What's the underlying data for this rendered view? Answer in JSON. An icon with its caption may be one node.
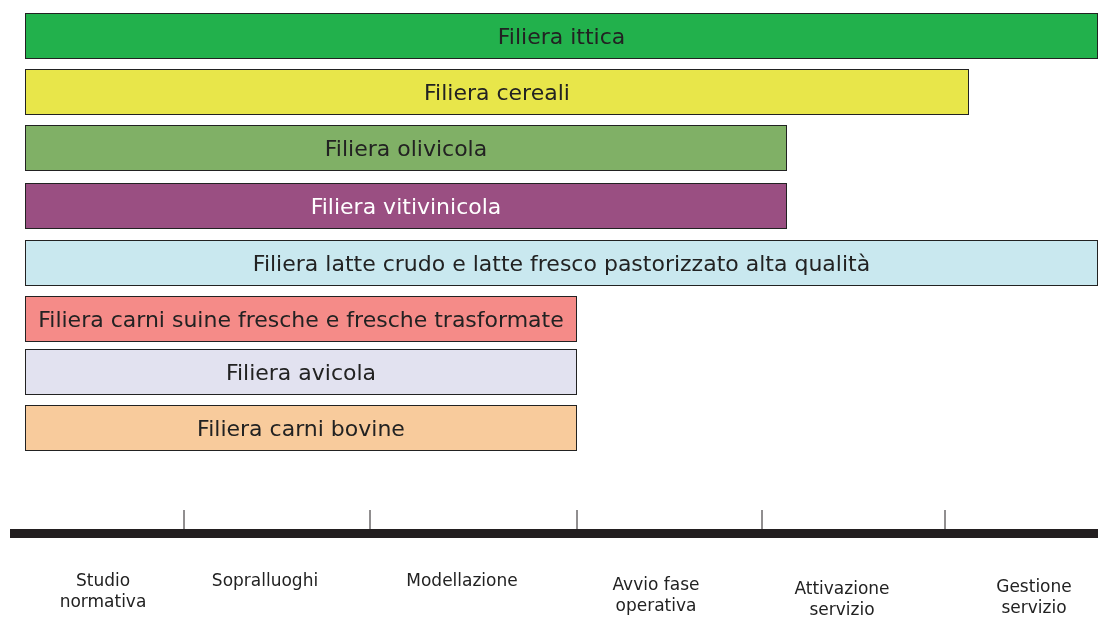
{
  "diagram": {
    "nodes": [
      {
        "text": [
          "Filiera ittica"
        ]
      },
      {
        "text": [
          "Filiera cereali"
        ]
      },
      {
        "text": [
          "Filiera olivicola"
        ]
      },
      {
        "text": [
          "Filiera vitivinicola"
        ]
      },
      {
        "text": [
          "Filiera latte crudo e latte fresco pastorizzato alta qualità"
        ]
      },
      {
        "text": [
          "Filiera carni suine fresche e fresche trasformate"
        ]
      },
      {
        "text": [
          "Filiera avicola"
        ]
      },
      {
        "text": [
          "Filiera carni bovine"
        ]
      }
    ],
    "labels": [
      "Studio normativa",
      "Sopralluoghi",
      "Modellazione",
      "Avvio fase operativa",
      "Attivazione servizio",
      "Gestione servizio"
    ]
  }
}
